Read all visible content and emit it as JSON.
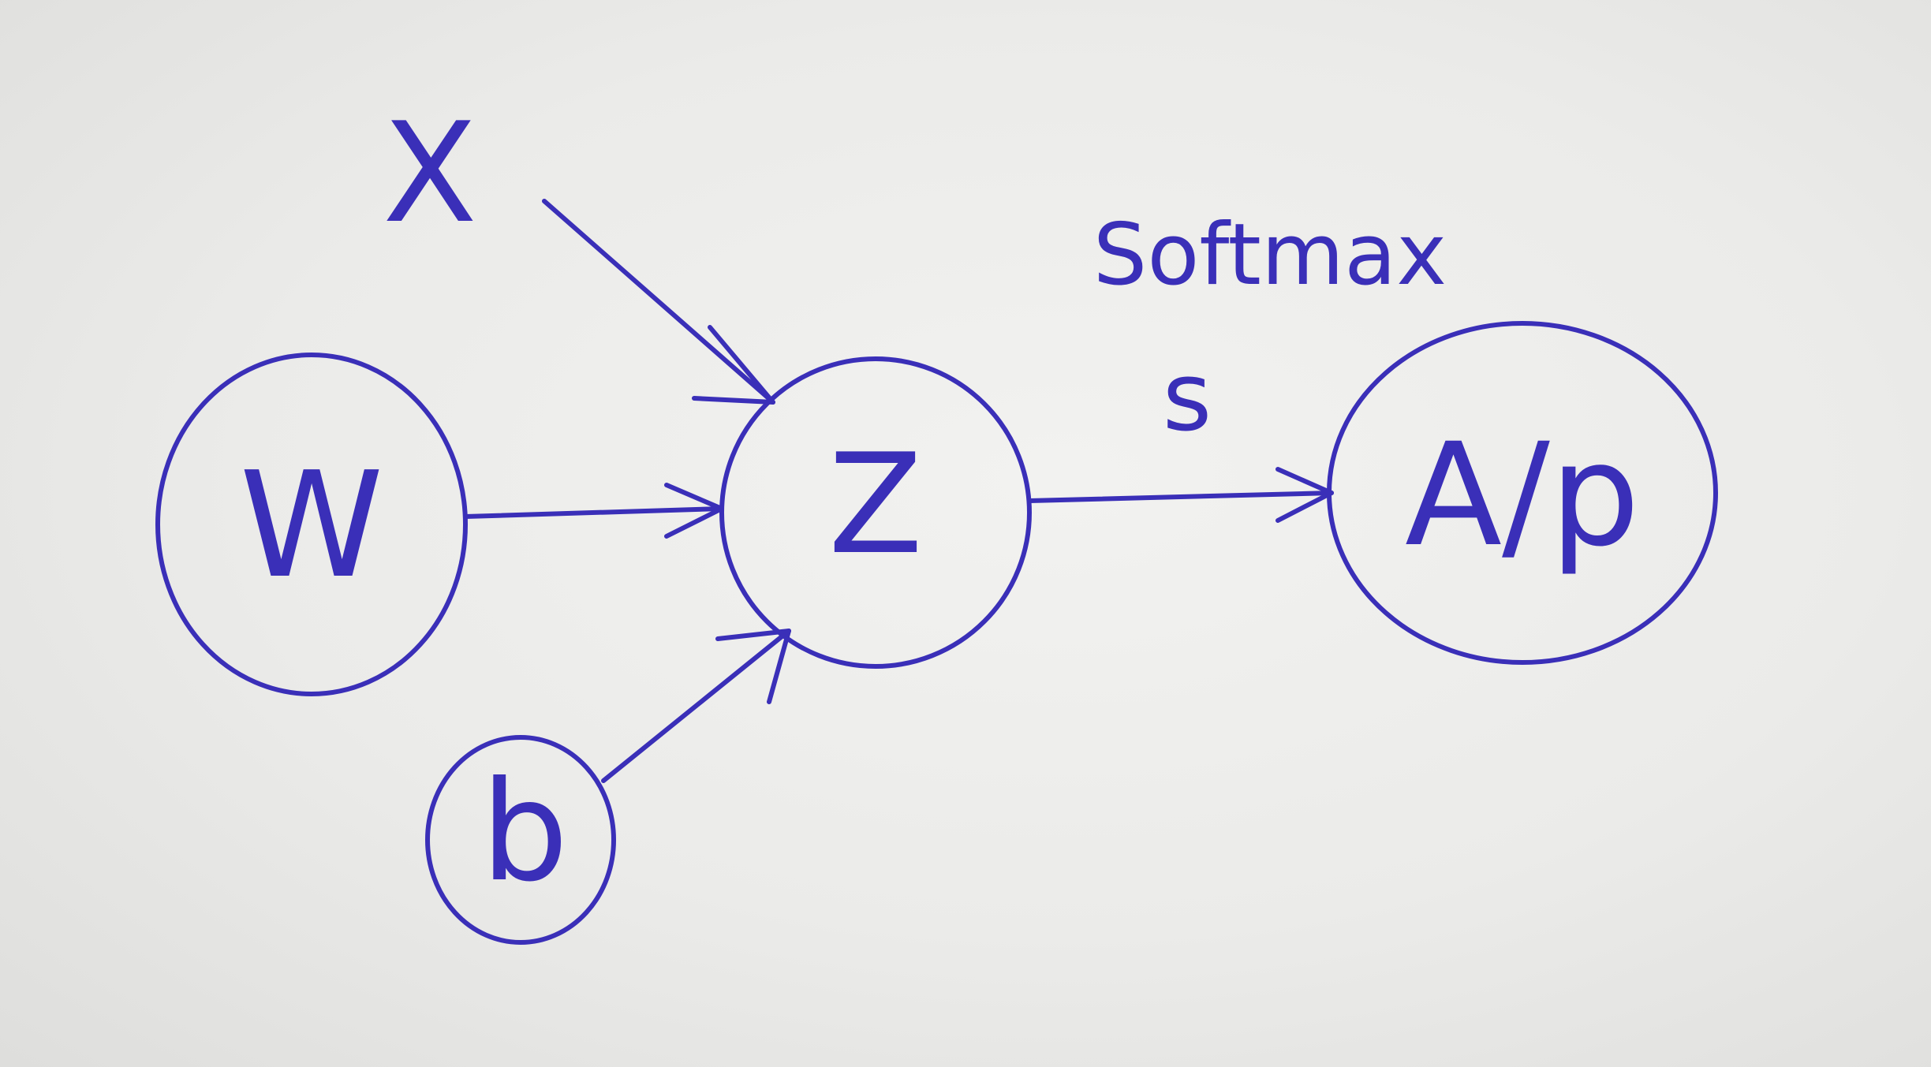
{
  "diagram": {
    "ink_color": "#3a2fb8",
    "input_x": "X",
    "node_w": "W",
    "node_b": "b",
    "node_z": "Z",
    "node_output": "A/p",
    "edge_label_s": "s",
    "edge_label_softmax": "Softmax"
  }
}
